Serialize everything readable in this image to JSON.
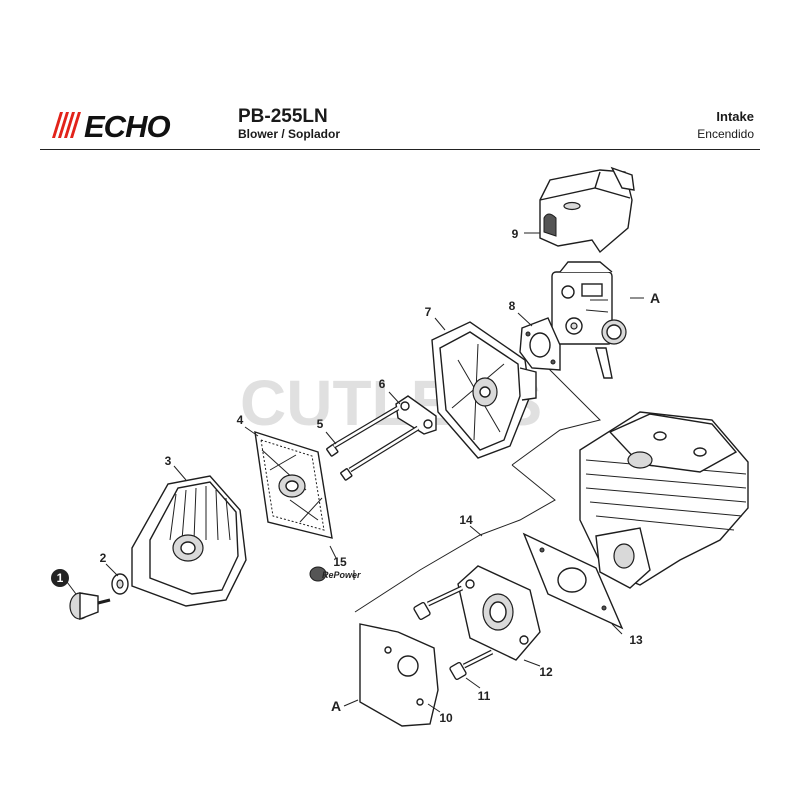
{
  "header": {
    "brand": "ECHO",
    "model": "PB-255LN",
    "subtitle": "Blower / Soplador",
    "section_title": "Intake",
    "section_title_es": "Encendido"
  },
  "watermark": "CUTLERS",
  "callouts": [
    "1",
    "2",
    "3",
    "4",
    "5",
    "6",
    "7",
    "8",
    "9",
    "10",
    "11",
    "12",
    "13",
    "14",
    "15"
  ],
  "reference_marks": {
    "a_top": "A",
    "a_bottom": "A"
  },
  "badge_text": "RePower",
  "colors": {
    "ink": "#1e1e1e",
    "logo_red": "#e2231a",
    "watermark": "#c8c8c8"
  }
}
